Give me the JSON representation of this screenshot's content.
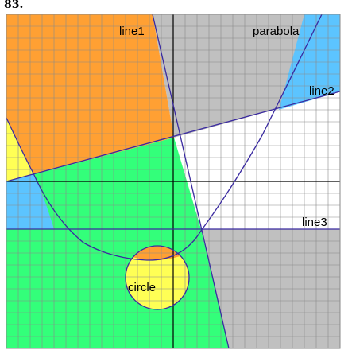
{
  "problem_number": "83.",
  "labels": {
    "line1": "line1",
    "line2": "line2",
    "line3": "line3",
    "parabola": "parabola",
    "circle": "circle"
  },
  "colors": {
    "orange": "#ffa033",
    "gray": "#c0c0c0",
    "green": "#33ff7a",
    "blue": "#5cc4ff",
    "yellow": "#ffff55",
    "white": "#ffffff",
    "grid": "#8a8a8a",
    "axis": "#000000",
    "curve": "#3a2aa0"
  },
  "icons": {
    "diagram": "region-shading-diagram"
  }
}
